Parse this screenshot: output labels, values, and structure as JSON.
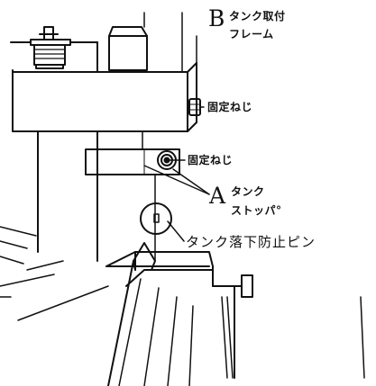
{
  "labels": {
    "letter_b": "B",
    "b_line1": "タンク取付",
    "b_line2": "フレーム",
    "screw1": "固定ねじ",
    "screw2": "固定ねじ",
    "letter_a": "A",
    "a_line1": "タンク",
    "a_line2": "ストッパ°",
    "pin": "タンク落下防止ピン"
  }
}
